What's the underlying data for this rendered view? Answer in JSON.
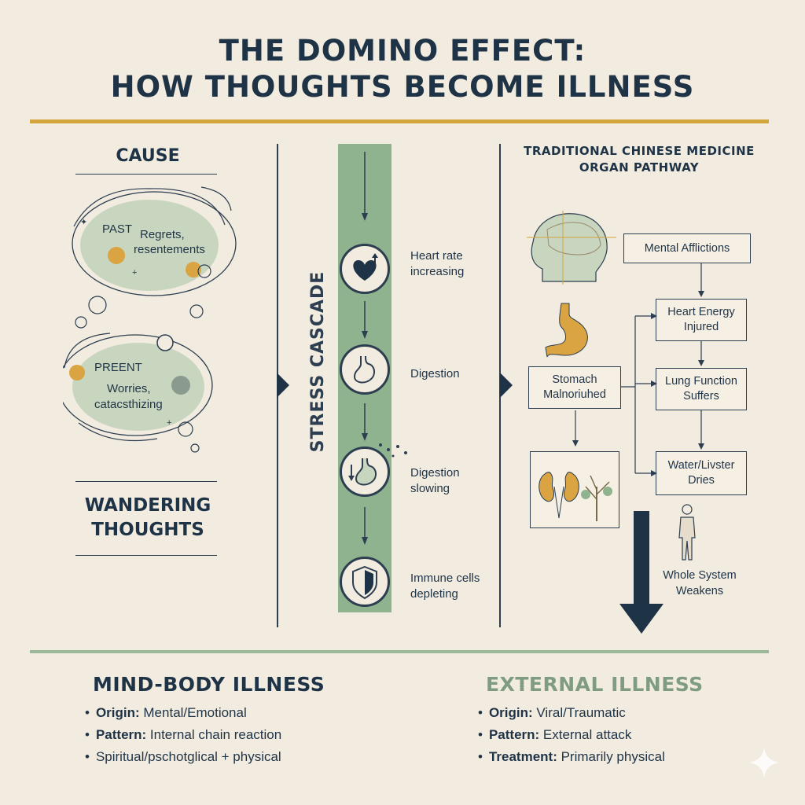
{
  "title": {
    "line1": "THE DOMINO EFFECT:",
    "line2": "HOW THOUGHTS BECOME ILLNESS"
  },
  "cause": {
    "label": "CAUSE",
    "past_label": "PAST",
    "past_text_1": "Regrets,",
    "past_text_2": "resentements",
    "present_label": "PREENT",
    "present_text_1": "Worries,",
    "present_text_2": "catacsthizing",
    "wandering_1": "WANDERING",
    "wandering_2": "THOUGHTS"
  },
  "cascade": {
    "title": "STRESS CASCADE",
    "steps": [
      {
        "line1": "Heart rate",
        "line2": "increasing",
        "icon": "heart-rate-icon"
      },
      {
        "line1": "Digestion",
        "line2": "",
        "icon": "stomach-icon"
      },
      {
        "line1": "Digestion",
        "line2": "slowing",
        "icon": "slow-digestion-icon"
      },
      {
        "line1": "Immune cells",
        "line2": "depleting",
        "icon": "shield-icon"
      }
    ]
  },
  "tcm": {
    "title_1": "TRADITIONAL CHINESE MEDICINE",
    "title_2": "ORGAN PATHWAY",
    "mental": "Mental Afflictions",
    "heart_1": "Heart Energy",
    "heart_2": "Injured",
    "stomach_1": "Stomach",
    "stomach_2": "Malnoriuhed",
    "lung_1": "Lung Function",
    "lung_2": "Suffers",
    "water_1": "Water/Livster",
    "water_2": "Dries",
    "whole_1": "Whole System",
    "whole_2": "Weakens"
  },
  "mind_body": {
    "title": "MIND-BODY ILLNESS",
    "items": [
      {
        "label": "Origin:",
        "text": " Mental/Emotional"
      },
      {
        "label": "Pattern:",
        "text": " Internal chain reaction"
      },
      {
        "label": "",
        "text": "Spiritual/pschotglical + physical"
      }
    ]
  },
  "external": {
    "title": "EXTERNAL ILLNESS",
    "items": [
      {
        "label": "Origin:",
        "text": " Viral/Traumatic"
      },
      {
        "label": "Pattern:",
        "text": " External attack"
      },
      {
        "label": "Treatment:",
        "text": " Primarily physical"
      }
    ]
  },
  "colors": {
    "navy": "#1f3347",
    "gold": "#d4a43d",
    "sage": "#8fb28f",
    "background": "#f2ebdf",
    "external_title": "#7f9c82"
  }
}
